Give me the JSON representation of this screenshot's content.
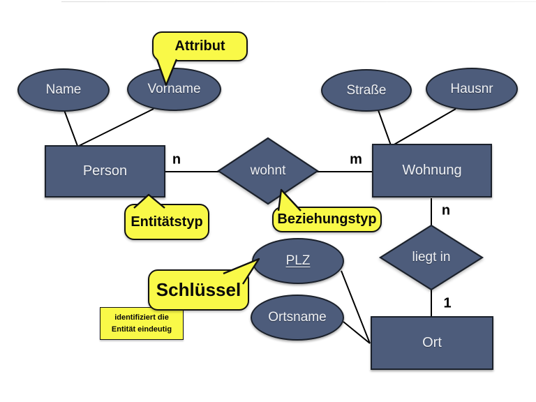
{
  "colors": {
    "shape_fill": "#4d5c7b",
    "shape_border": "#1b212b",
    "shape_text": "#eef0f4",
    "callout_fill": "#f9f948",
    "callout_border": "#111111",
    "connector": "#000000",
    "background": "#ffffff"
  },
  "entities": [
    {
      "label": "Person"
    },
    {
      "label": "Wohnung"
    },
    {
      "label": "Ort"
    }
  ],
  "relationships": [
    {
      "label": "wohnt"
    },
    {
      "label": "liegt in"
    }
  ],
  "attributes": [
    {
      "label": "Name"
    },
    {
      "label": "Vorname"
    },
    {
      "label": "Straße"
    },
    {
      "label": "Hausnr"
    },
    {
      "label": "PLZ"
    },
    {
      "label": "Ortsname"
    }
  ],
  "cardinalities": [
    {
      "label": "n"
    },
    {
      "label": "m"
    },
    {
      "label": "n"
    },
    {
      "label": "1"
    }
  ],
  "callouts": [
    {
      "label": "Attribut"
    },
    {
      "label": "Entitätstyp"
    },
    {
      "label": "Beziehungstyp"
    },
    {
      "label": "Schlüssel"
    }
  ],
  "note": {
    "line1": "identifiziert die",
    "line2": "Entität eindeutig"
  }
}
